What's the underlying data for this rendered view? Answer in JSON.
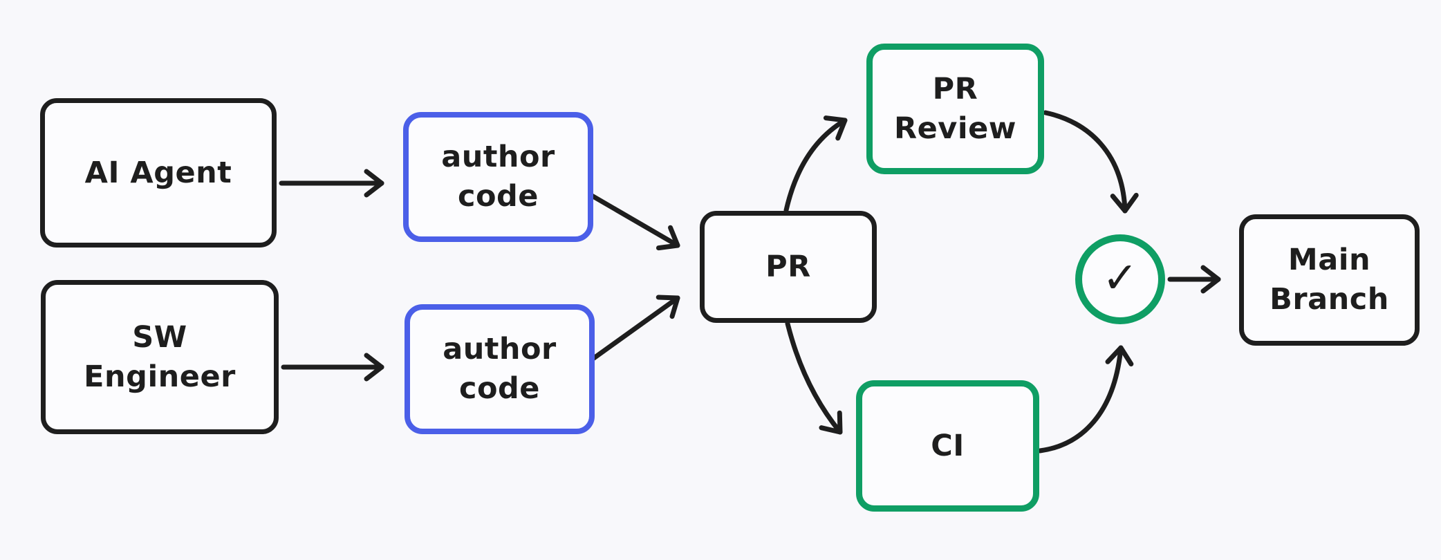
{
  "colors": {
    "background": "#f8f8fb",
    "stroke": "#1e1e1e",
    "accent_blue": "#4b5fe8",
    "accent_green": "#0f9e64",
    "node_fill": "#fcfcfe"
  },
  "nodes": {
    "ai_agent": {
      "label": "AI Agent"
    },
    "author_code_top": {
      "label": "author\ncode"
    },
    "sw_engineer": {
      "label": "SW\nEngineer"
    },
    "author_code_bottom": {
      "label": "author\ncode"
    },
    "pr": {
      "label": "PR"
    },
    "pr_review": {
      "label": "PR\nReview"
    },
    "ci": {
      "label": "CI"
    },
    "check": {
      "icon": "✓"
    },
    "main_branch": {
      "label": "Main\nBranch"
    }
  },
  "edges": [
    {
      "from": "ai_agent",
      "to": "author_code_top"
    },
    {
      "from": "sw_engineer",
      "to": "author_code_bottom"
    },
    {
      "from": "author_code_top",
      "to": "pr"
    },
    {
      "from": "author_code_bottom",
      "to": "pr"
    },
    {
      "from": "pr",
      "to": "pr_review"
    },
    {
      "from": "pr",
      "to": "ci"
    },
    {
      "from": "pr_review",
      "to": "check"
    },
    {
      "from": "ci",
      "to": "check"
    },
    {
      "from": "check",
      "to": "main_branch"
    }
  ]
}
